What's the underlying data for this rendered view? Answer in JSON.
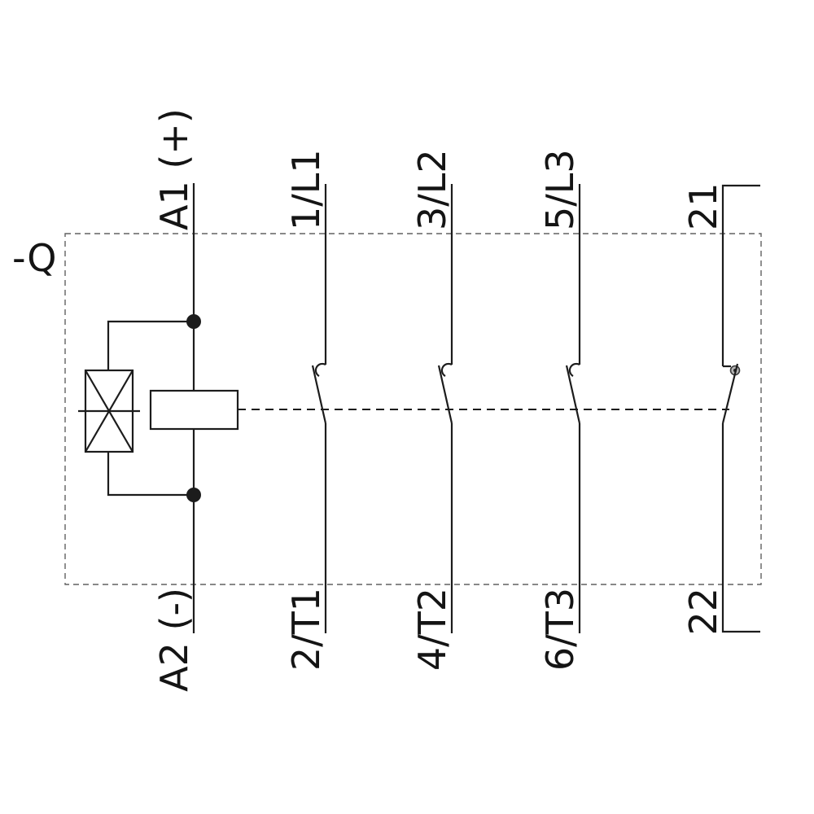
{
  "colors": {
    "line": "#1c1c1c",
    "border": "#606060",
    "background": "#ffffff"
  },
  "device": {
    "label": "-Q"
  },
  "terminals": {
    "top": [
      "A1 (+)",
      "1/L1",
      "3/L2",
      "5/L3",
      "21"
    ],
    "bottom": [
      "A2 (-)",
      "2/T1",
      "4/T2",
      "6/T3",
      "22"
    ]
  },
  "components": {
    "coil": "contactor-coil",
    "suppressor": "surge-suppressor-varistor",
    "main_contacts": "normally-open-main-contacts",
    "aux_contact": "normally-closed-auxiliary-contact",
    "mechanical_link": "mechanical-linkage-dashed"
  }
}
